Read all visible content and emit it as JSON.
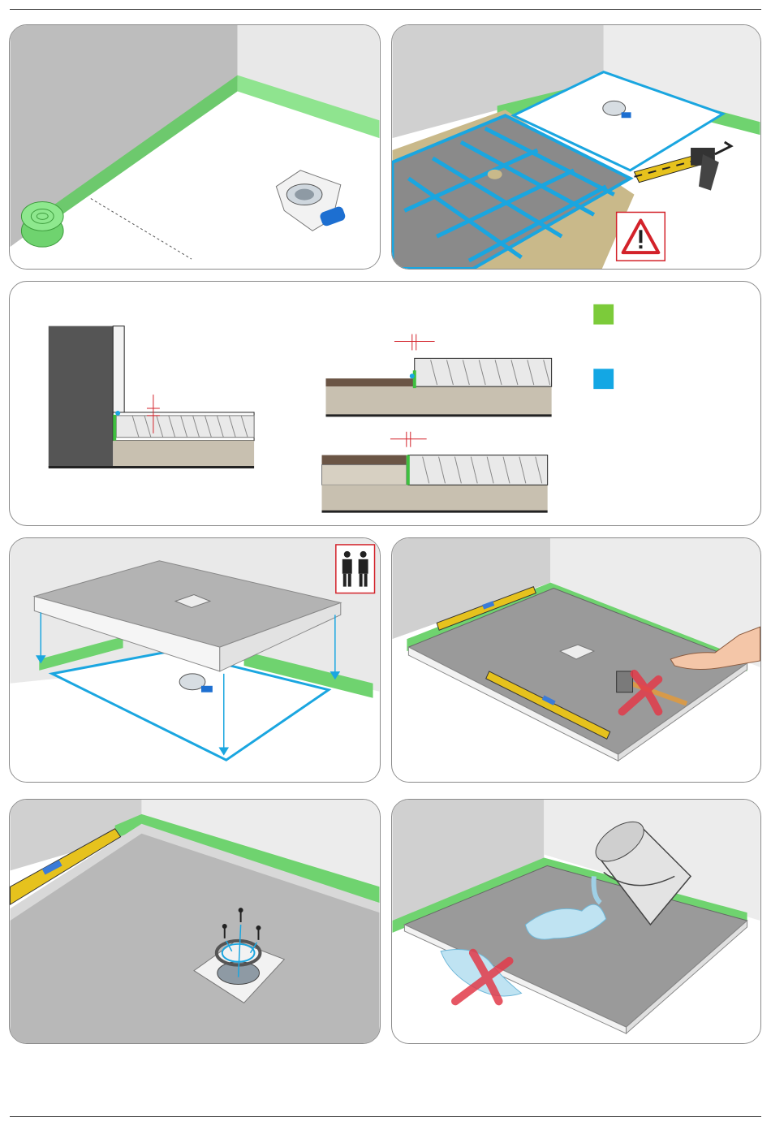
{
  "colors": {
    "tape_green": "#7de17d",
    "sealant_blue": "#1aa6e0",
    "legend_green": "#7ccb3a",
    "legend_blue": "#13a7e4",
    "wall_grey": "#c8c8c8",
    "tray_grey": "#b3b3b3",
    "warning_red": "#d3222a",
    "level_yellow": "#e6c21d",
    "screed_brown": "#c9b98a"
  },
  "icons": {
    "warning": "warning-triangle-icon",
    "two_persons": "two-persons-icon",
    "prohibited": "red-cross-icon"
  },
  "legend": [
    {
      "key": "green",
      "label": ""
    },
    {
      "key": "blue",
      "label": ""
    }
  ],
  "steps": [
    {
      "id": "step-1",
      "illustration": "perimeter-tape-and-drain"
    },
    {
      "id": "step-2",
      "illustration": "sealant-application-with-gun"
    },
    {
      "id": "step-3",
      "illustration": "cross-section-details"
    },
    {
      "id": "step-4",
      "illustration": "lowering-tray-two-persons"
    },
    {
      "id": "step-5",
      "illustration": "levelling-tray"
    },
    {
      "id": "step-6",
      "illustration": "drain-grate-screws"
    },
    {
      "id": "step-7",
      "illustration": "water-test"
    }
  ]
}
